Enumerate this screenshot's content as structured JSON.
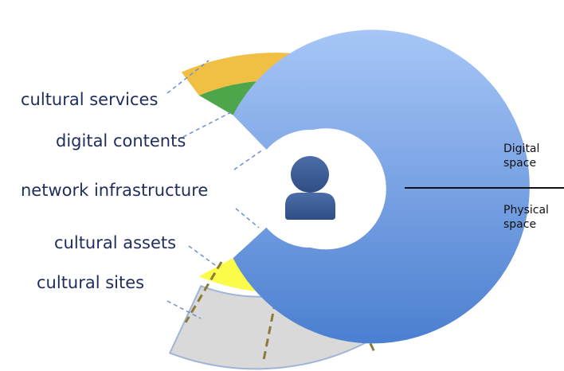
{
  "layers": [
    {
      "id": "cultural-services",
      "label": "cultural services",
      "space": "digital",
      "color": "#f2bf45"
    },
    {
      "id": "digital-contents",
      "label": "digital contents",
      "space": "digital",
      "color": "#4ea64a"
    },
    {
      "id": "network-infrastructure",
      "label": "network infrastructure",
      "space": "both",
      "color": "#8fb3ee"
    },
    {
      "id": "cultural-assets",
      "label": "cultural assets",
      "space": "physical",
      "color": "#fbfb4a"
    },
    {
      "id": "cultural-sites",
      "label": "cultural sites",
      "space": "physical",
      "color": "#d9d9d9"
    }
  ],
  "spaces": {
    "digital": {
      "line1": "Digital",
      "line2": "space"
    },
    "physical": {
      "line1": "Physical",
      "line2": "space"
    }
  },
  "center_icon": "person-icon",
  "colors": {
    "label_text": "#1f2d5c",
    "dashed_leader": "#6f8fcf",
    "physical_divider": "#8c7a3c",
    "outline": "#9fb4d6",
    "person": "#3a5a94"
  }
}
